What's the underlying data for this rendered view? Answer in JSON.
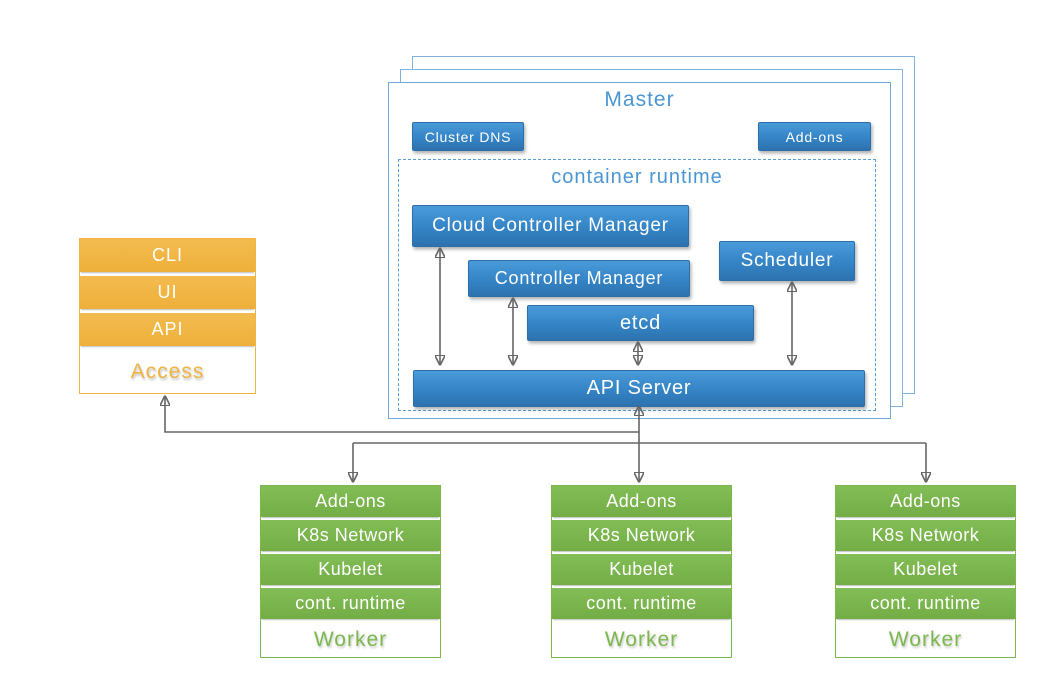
{
  "access": {
    "rows": [
      "CLI",
      "UI",
      "API"
    ],
    "label": "Access"
  },
  "master": {
    "title": "Master",
    "cluster_dns": "Cluster DNS",
    "addons": "Add-ons",
    "runtime": {
      "title": "container runtime",
      "cloud_controller_manager": "Cloud Controller Manager",
      "controller_manager": "Controller Manager",
      "scheduler": "Scheduler",
      "etcd": "etcd",
      "api_server": "API Server"
    }
  },
  "workers": {
    "rows": [
      "Add-ons",
      "K8s Network",
      "Kubelet",
      "cont. runtime"
    ],
    "label": "Worker"
  },
  "colors": {
    "blue": "#3e8ed0",
    "blue_light": "#4a96d4",
    "orange": "#f0b441",
    "green": "#7cb84e",
    "arrow": "#666666"
  }
}
